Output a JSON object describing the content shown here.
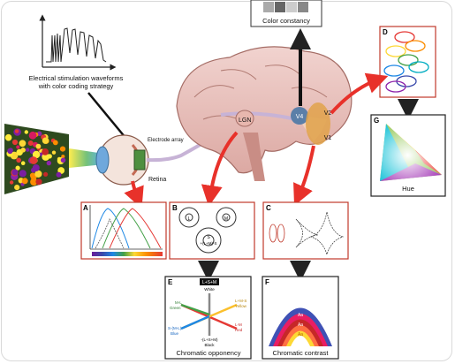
{
  "waveform_caption_line1": "Electrical stimulation waveforms",
  "waveform_caption_line2": "with color coding strategy",
  "color_constancy_label": "Color constancy",
  "retina_label": "Retina",
  "electrode_array_label": "Electrode array",
  "lgn_label": "LGN",
  "v4_label": "V4",
  "v2_label": "V2",
  "v1_label": "V1",
  "panel_letters": {
    "A": "A",
    "B": "B",
    "C": "C",
    "D": "D",
    "E": "E",
    "F": "F",
    "G": "G"
  },
  "panel_b": {
    "l_cell": "L",
    "m_cell": "M",
    "s_cell": "S",
    "bottom_cell": "+(L+M)-S"
  },
  "hue_label": "Hue",
  "chromatic_opponency_label": "Chromatic opponency",
  "chromatic_contrast_label": "Chromatic contrast",
  "opponency_axes": {
    "top": "L+S+M",
    "top_sub": "White",
    "bottom": "-(L+S+M)",
    "bottom_sub": "Black",
    "left_up": "M-L",
    "left_up_sub": "Green",
    "right_up": "L+M-S",
    "right_up_sub": "Yellow",
    "left_down": "S-(M-L)",
    "left_down_sub": "Blue",
    "right_down": "L-M",
    "right_down_sub": "Red"
  },
  "contrast_bands": [
    "Aa",
    "Aa",
    "Aa",
    "Aa",
    "Aa"
  ],
  "colors": {
    "arrow_red": "#e8312a",
    "panel_border": "#c0392b",
    "arrow_dark": "#222222",
    "v4_blue": "#5b7fa8",
    "v1_orange": "#e0a24a"
  }
}
